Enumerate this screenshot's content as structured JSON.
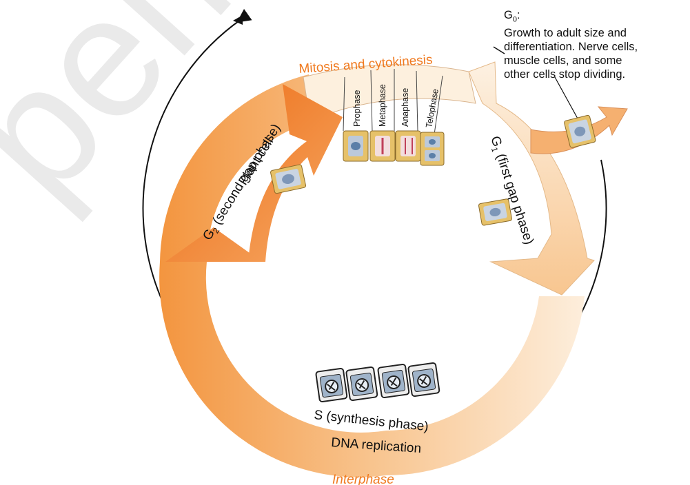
{
  "watermark": "репо",
  "labels": {
    "mitosis": "Mitosis and cytokinesis",
    "interphase": "Interphase",
    "g2_phase": "G",
    "g2_sub": "2",
    "g2_rest": " (second gap phase)",
    "plant_cell": "Plant cell",
    "g1_phase": "G",
    "g1_sub": "1",
    "g1_rest": " (first gap phase)",
    "s_phase": "S (synthesis phase)",
    "dna_replication": "DNA replication",
    "stages": [
      "Prophase",
      "Metaphase",
      "Anaphase",
      "Telophase"
    ]
  },
  "g0": {
    "head": "G",
    "sub": "0",
    "colon": ":",
    "lines": [
      "Growth to adult  size and",
      "differentiation. Nerve cells,",
      "muscle cells, and some",
      "other cells stop dividing."
    ]
  },
  "colors": {
    "orange_dark": "#f07a1f",
    "orange_mid": "#f6a45c",
    "cream": "#fcecd6",
    "label_orange": "#f07a1f",
    "cell_yellow": "#e6c169",
    "cell_blue": "#b7c7dc"
  }
}
